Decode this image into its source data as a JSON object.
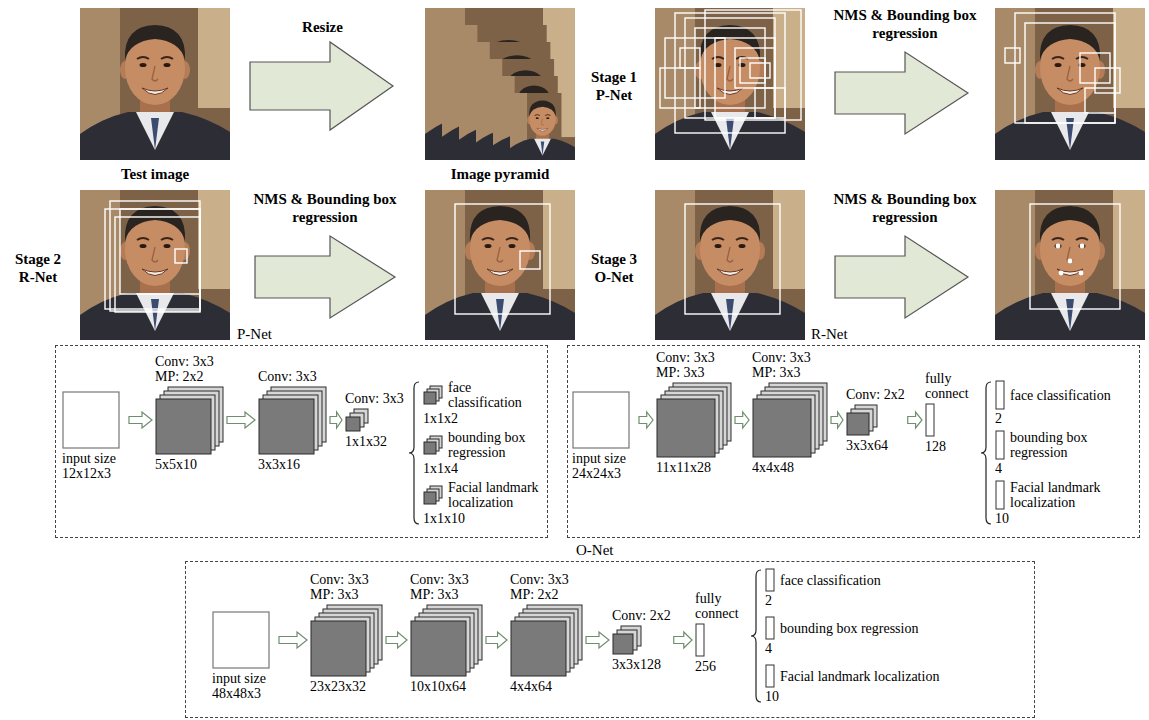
{
  "diagram": {
    "nodes": [
      {
        "text": [
          "P-Net"
        ]
      },
      {
        "text": [
          "input size 12x12x3"
        ],
        "in": 0
      },
      {
        "text": [
          "Conv: 3x3 MP: 2x2",
          "5x5x10"
        ],
        "in": 0
      },
      {
        "text": [
          "Conv: 3x3",
          "3x3x16"
        ],
        "in": 0
      },
      {
        "text": [
          "Conv: 3x3",
          "1x1x32"
        ],
        "in": 0
      },
      {
        "text": [
          "face classification",
          "1x1x2"
        ],
        "in": 0
      },
      {
        "text": [
          "bounding box regression",
          "1x1x4"
        ],
        "in": 0
      },
      {
        "text": [
          "Facial landmark localization",
          "1x1x10"
        ],
        "in": 0
      },
      {
        "text": [
          "R-Net"
        ]
      },
      {
        "text": [
          "input size 24x24x3"
        ],
        "in": 8
      },
      {
        "text": [
          "Conv: 3x3 MP: 3x3",
          "11x11x28"
        ],
        "in": 8
      },
      {
        "text": [
          "Conv: 3x3 MP: 3x3",
          "4x4x48"
        ],
        "in": 8
      },
      {
        "text": [
          "Conv: 2x2",
          "3x3x64"
        ],
        "in": 8
      },
      {
        "text": [
          "fully connect",
          "128"
        ],
        "in": 8
      },
      {
        "text": [
          "face classification",
          "2"
        ],
        "in": 8
      },
      {
        "text": [
          "bounding box regression",
          "4"
        ],
        "in": 8
      },
      {
        "text": [
          "Facial landmark localization",
          "10"
        ],
        "in": 8
      },
      {
        "text": [
          "O-Net"
        ]
      },
      {
        "text": [
          "input size 48x48x3"
        ],
        "in": 17
      },
      {
        "text": [
          "Conv: 3x3 MP: 3x3",
          "23x23x32"
        ],
        "in": 17
      },
      {
        "text": [
          "Conv: 3x3 MP: 3x3",
          "10x10x64"
        ],
        "in": 17
      },
      {
        "text": [
          "Conv: 3x3 MP: 2x2",
          "4x4x64"
        ],
        "in": 17
      },
      {
        "text": [
          "Conv: 2x2",
          "3x3x128"
        ],
        "in": 17
      },
      {
        "text": [
          "fully connect",
          "256"
        ],
        "in": 17
      },
      {
        "text": [
          "face classification",
          "2"
        ],
        "in": 17
      },
      {
        "text": [
          "bounding box regression",
          "4"
        ],
        "in": 17
      },
      {
        "text": [
          "Facial landmark localization",
          "10"
        ],
        "in": 17
      }
    ],
    "edges": [
      {
        "from": 1,
        "to": 2,
        "arrow": "to"
      },
      {
        "from": 2,
        "to": 3,
        "arrow": "to"
      },
      {
        "from": 3,
        "to": 4,
        "arrow": "to"
      },
      {
        "from": 9,
        "to": 10,
        "arrow": "to"
      },
      {
        "from": 10,
        "to": 11,
        "arrow": "to"
      },
      {
        "from": 11,
        "to": 12,
        "arrow": "to"
      },
      {
        "from": 12,
        "to": 13,
        "arrow": "to"
      },
      {
        "from": 18,
        "to": 19,
        "arrow": "to"
      },
      {
        "from": 19,
        "to": 20,
        "arrow": "to"
      },
      {
        "from": 20,
        "to": 21,
        "arrow": "to"
      },
      {
        "from": 21,
        "to": 22,
        "arrow": "to"
      },
      {
        "from": 22,
        "to": 23,
        "arrow": "to"
      }
    ],
    "labels": [
      "Resize",
      "Test image",
      "Image pyramid",
      "Stage 1 P-Net",
      "NMS & Bounding box regression",
      "Stage 2 R-Net",
      "NMS & Bounding box regression",
      "Stage 3 O-Net",
      "NMS & Bounding box regression"
    ]
  }
}
